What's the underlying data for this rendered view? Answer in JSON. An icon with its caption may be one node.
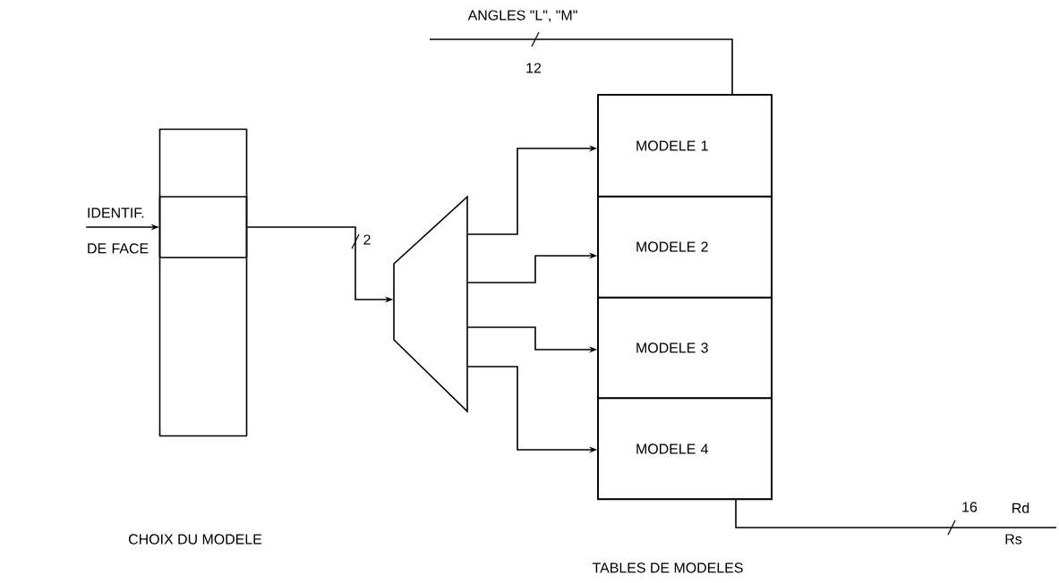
{
  "diagram": {
    "nodes": [
      {
        "text": [
          "IDENTIF. DE FACE"
        ]
      },
      {
        "text": [],
        "shape": "box"
      },
      {
        "text": [],
        "shape": "box",
        "in": 1
      },
      {
        "text": [],
        "shape": "trapezoid"
      },
      {
        "text": [],
        "shape": "box"
      },
      {
        "text": [
          "MODELE 1"
        ],
        "in": 4
      },
      {
        "text": [
          "MODELE 2"
        ],
        "in": 4
      },
      {
        "text": [
          "MODELE 3"
        ],
        "in": 4
      },
      {
        "text": [
          "MODELE 4"
        ],
        "in": 4
      }
    ],
    "edges": [
      {
        "from": 0,
        "to": 1,
        "arrow": "to"
      },
      {
        "from": 2,
        "to": 3,
        "arrow": "to",
        "label": "2"
      },
      {
        "from": 3,
        "to": 5,
        "arrow": "to"
      },
      {
        "from": 3,
        "to": 6,
        "arrow": "to"
      },
      {
        "from": 3,
        "to": 7,
        "arrow": "to"
      },
      {
        "from": 3,
        "to": 8,
        "arrow": "to"
      },
      {
        "from": null,
        "to": 4,
        "arrow": "none",
        "label": "12"
      },
      {
        "from": 4,
        "to": null,
        "arrow": "none",
        "label": "16"
      }
    ],
    "labels": [
      "ANGLES \"L\", \"M\"",
      "Rd",
      "Rs",
      "CHOIX DU MODELE",
      "TABLES DE MODELES"
    ]
  }
}
